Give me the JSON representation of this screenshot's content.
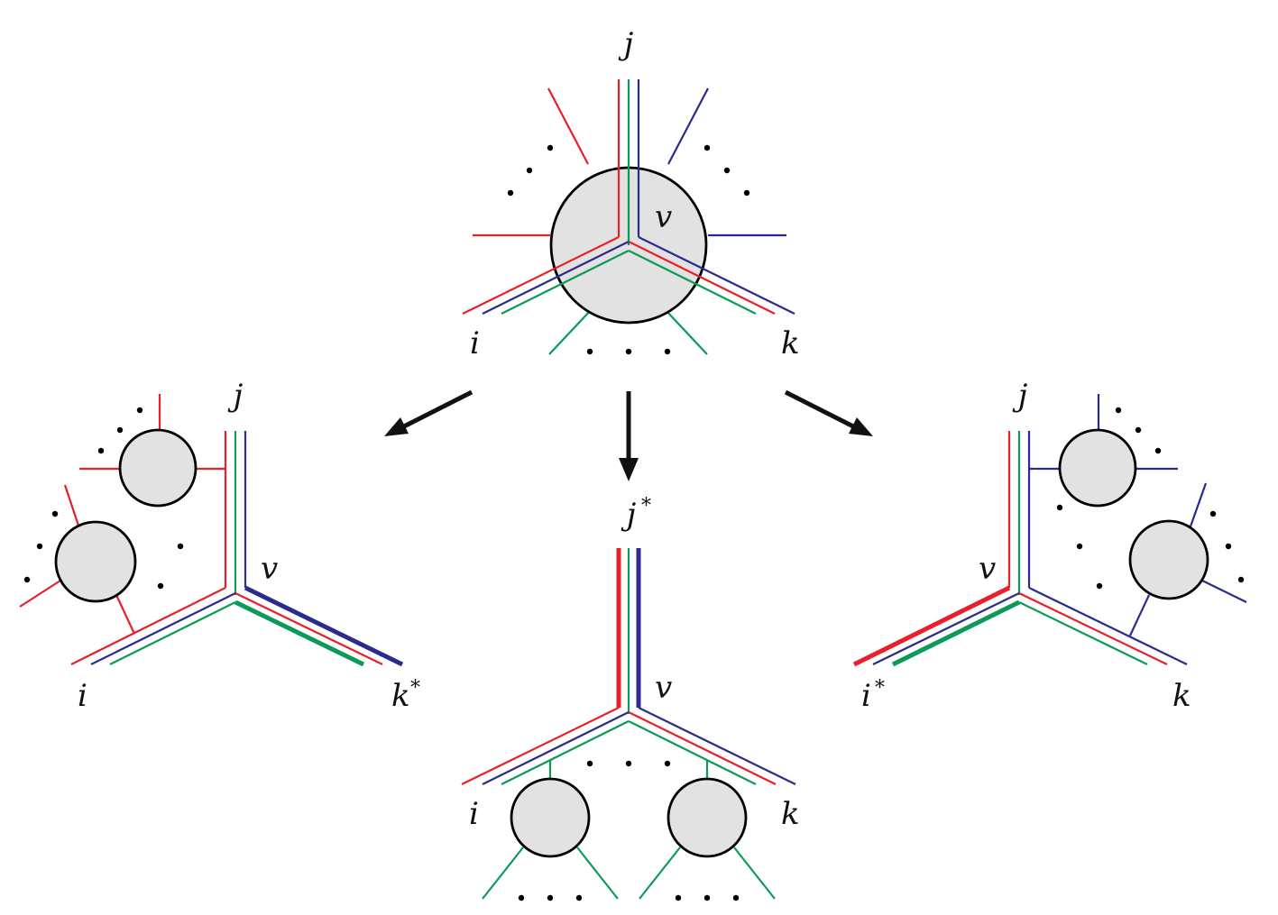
{
  "colors": {
    "red": "#e8202a",
    "green": "#0b9a58",
    "blue": "#2b2b8f",
    "node_fill": "#e2e2e2"
  },
  "top": {
    "label_j": "j",
    "label_i": "i",
    "label_k": "k",
    "label_v": "v"
  },
  "left": {
    "label_j": "j",
    "label_i": "i",
    "label_k": "k",
    "label_k_sup": "*",
    "label_v": "v"
  },
  "middle": {
    "label_j": "j",
    "label_j_sup": "*",
    "label_i": "i",
    "label_k": "k",
    "label_v": "v"
  },
  "right": {
    "label_j": "j",
    "label_i": "i",
    "label_i_sup": "*",
    "label_k": "k",
    "label_v": "v"
  }
}
